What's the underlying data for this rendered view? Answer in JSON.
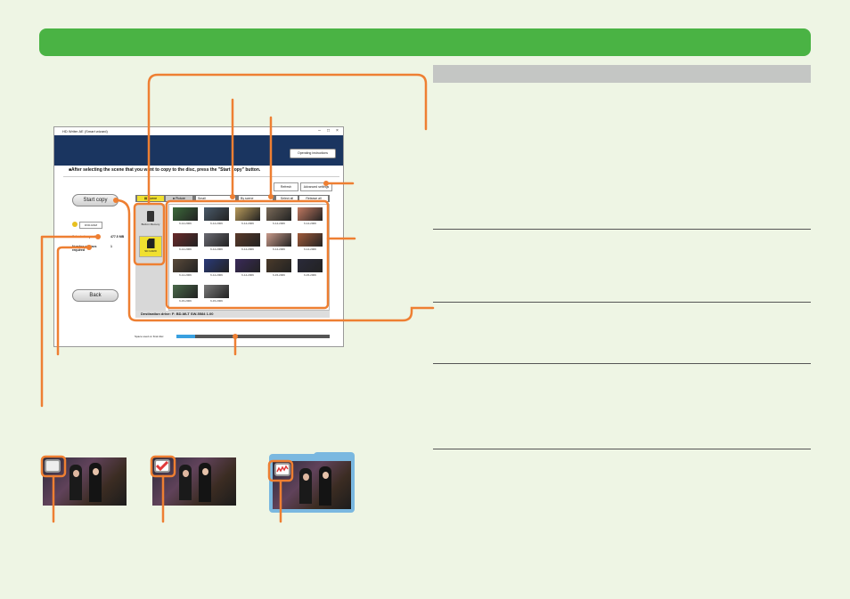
{
  "window": {
    "title": "HD Writer AE (Smart wizard)",
    "operating_instructions": "Operating instructions",
    "instruction": "■After selecting the scene that you want to copy to the disc, press the \"Start copy\" button."
  },
  "left": {
    "start_copy": "Start copy",
    "disc_type": "DVD-RAM",
    "selected_capacity_label": "Selected capacity",
    "selected_capacity_value": "477.5 MB",
    "discs_required_label": "Number of discs required",
    "discs_required_value": "1",
    "back": "Back"
  },
  "toolbar": {
    "refresh": "Refresh",
    "advanced_settings": "Advanced settings",
    "select_all": "Select all",
    "release_all": "Release all",
    "tab_scene": "Scene",
    "tab_picture": "Picture",
    "size": "Small",
    "sort": "By scene"
  },
  "media": {
    "builtin": "Built-in Memory",
    "sd": "SD CARD"
  },
  "thumbs": [
    {
      "date": "6-14-2009",
      "color": "#3c6a3a"
    },
    {
      "date": "6-14-2009",
      "color": "#4a5a6a"
    },
    {
      "date": "6-14-2009",
      "color": "#b89a5a"
    },
    {
      "date": "6-14-2009",
      "color": "#7a6a58"
    },
    {
      "date": "6-14-2009",
      "color": "#c07860"
    },
    {
      "date": "6-14-2009",
      "color": "#6a2a2a"
    },
    {
      "date": "6-14-2009",
      "color": "#6a6a72"
    },
    {
      "date": "6-14-2009",
      "color": "#5a3a2a"
    },
    {
      "date": "6-14-2009",
      "color": "#c89a8a"
    },
    {
      "date": "6-14-2009",
      "color": "#a05a3a"
    },
    {
      "date": "6-14-2009",
      "color": "#5a4a3a"
    },
    {
      "date": "6-14-2009",
      "color": "#2a3a7a"
    },
    {
      "date": "6-14-2009",
      "color": "#3a2a5a"
    },
    {
      "date": "6-15-2009",
      "color": "#4a3a2a"
    },
    {
      "date": "6-15-2009",
      "color": "#2a2a3a"
    },
    {
      "date": "6-15-2009",
      "color": "#4a6a4a"
    },
    {
      "date": "6-15-2009",
      "color": "#7a7a7a"
    }
  ],
  "destination": "Destination drive:  F:  BD-MLT SW-5584 1.00",
  "space_label": "Space used on final disc",
  "space_used_fraction": 0.12,
  "colors": {
    "header_green": "#4ab344",
    "annotation_orange": "#ee7f32",
    "check_red": "#e03a3a"
  }
}
